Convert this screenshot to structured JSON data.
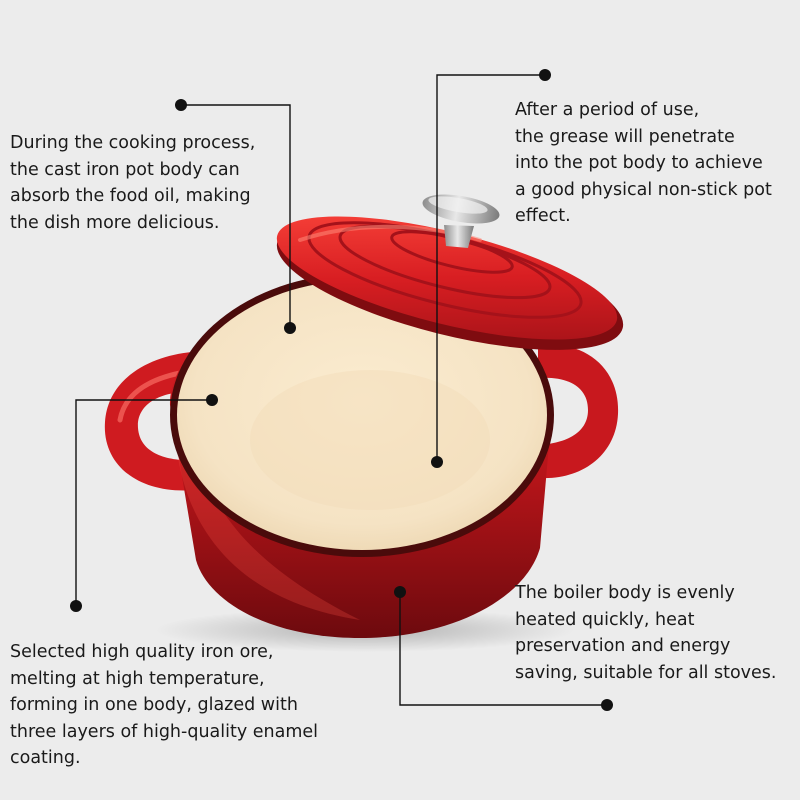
{
  "callouts": {
    "oil_absorption": {
      "lines": [
        "During the cooking process,",
        "the cast iron pot body can",
        "absorb the food oil, making",
        "the dish more delicious."
      ]
    },
    "non_stick": {
      "lines": [
        "After a period of use,",
        "the grease will penetrate",
        "into the pot body to achieve",
        "a good physical non-stick pot",
        "effect."
      ]
    },
    "heating": {
      "lines": [
        "The boiler body is evenly",
        "heated quickly, heat",
        "preservation and energy",
        "saving, suitable for all stoves."
      ]
    },
    "material": {
      "lines": [
        "Selected high quality iron ore,",
        "melting at high temperature,",
        "forming in one body, glazed with",
        "three layers of high-quality enamel",
        "coating."
      ]
    }
  },
  "colors": {
    "background": "#ececec",
    "enamel_red": "#d81e22",
    "enamel_dark": "#8f0f14",
    "interior_cream": "#f6e6c8",
    "knob_steel": "#b9b9b9",
    "leader_line": "#111111"
  },
  "icons": {
    "product": "cast-iron-enamel-pot-icon",
    "leader_dot": "callout-dot-icon"
  }
}
